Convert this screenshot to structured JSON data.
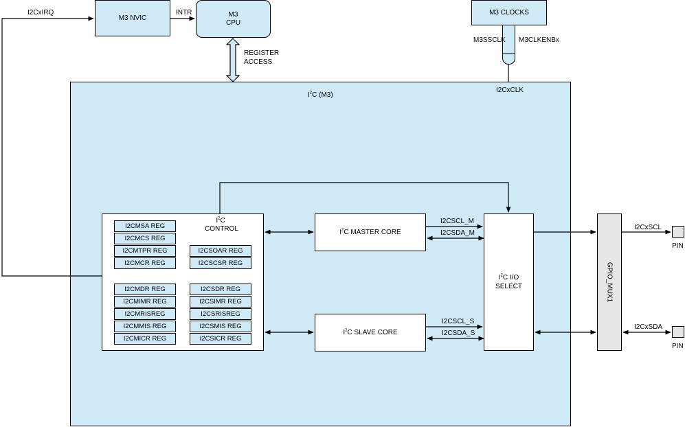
{
  "labels": {
    "irq": "I2CxIRQ",
    "nvic": "M3 NVIC",
    "intr": "INTR",
    "cpu_line1": "M3",
    "cpu_line2": "CPU",
    "reg_access_1": "REGISTER",
    "reg_access_2": "ACCESS",
    "clocks": "M3 CLOCKS",
    "m3ssclk": "M3SSCLK",
    "m3clkenbx": "M3CLKENBx",
    "i2cxclk": "I2CxCLK",
    "i2c_title_pre": "I",
    "i2c_title_sup": "2",
    "i2c_title_post": "C (M3)",
    "control_pre": "I",
    "control_sup": "2",
    "control_post": "C",
    "control_line2": "CONTROL",
    "master_pre": "I",
    "master_sup": "2",
    "master_post": "C MASTER CORE",
    "slave_pre": "I",
    "slave_sup": "2",
    "slave_post": "C SLAVE CORE",
    "io_pre": "I",
    "io_sup": "2",
    "io_post": "C I/O",
    "io_line2": "SELECT",
    "scl_m": "I2CSCL_M",
    "sda_m": "I2CSDA_M",
    "scl_s": "I2CSCL_S",
    "sda_s": "I2CSDA_S",
    "gpio": "GPIO_MUX1",
    "xscl": "I2CxSCL",
    "xsda": "I2CxSDA",
    "pin1": "PIN",
    "pin2": "PIN"
  },
  "master_regs_top": [
    "I2CMSA REG",
    "I2CMCS REG",
    "I2CMTPR REG",
    "I2CMCR REG"
  ],
  "slave_regs_top": [
    "I2CSOAR REG",
    "I2CSCSR REG"
  ],
  "master_regs_bottom": [
    "I2CMDR REG",
    "I2CMIMR REG",
    "I2CMRISREG",
    "I2CMMIS REG",
    "I2CMICR REG"
  ],
  "slave_regs_bottom": [
    "I2CSDR REG",
    "I2CSIMR REG",
    "I2CSRISREG",
    "I2CSMIS REG",
    "I2CSICR REG"
  ],
  "colors": {
    "block_fill": "#cfe9f7",
    "gpio_fill": "#e6e6e6"
  }
}
